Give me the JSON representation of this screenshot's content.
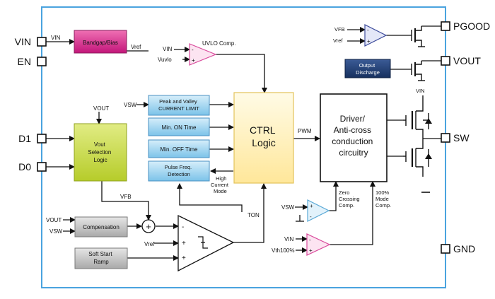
{
  "pins": {
    "vin": "VIN",
    "en": "EN",
    "d1": "D1",
    "d0": "D0",
    "pgood": "PGOOD",
    "vout": "VOUT",
    "sw": "SW",
    "gnd": "GND"
  },
  "blocks": {
    "bandgap": "Bandgap/Bias",
    "peak_valley": [
      "Peak and Valley",
      "CURRENT LIMIT"
    ],
    "min_on": "Min. ON Time",
    "min_off": "Min. OFF Time",
    "pfm_detect": [
      "Pulse Freq.",
      "Detection"
    ],
    "vout_select": [
      "Vout",
      "Selection",
      "Logic"
    ],
    "compensation": "Compensation",
    "soft_start": [
      "Soft Start",
      "Ramp"
    ],
    "ctrl_logic": [
      "CTRL",
      "Logic"
    ],
    "driver": [
      "Driver/",
      "Anti-cross",
      "conduction",
      "circuitry"
    ],
    "output_discharge": [
      "Output",
      "Discharge"
    ]
  },
  "signals": {
    "vin_bandgap": "VIN",
    "vref_bandgap": "Vref",
    "uvlo_vin": "VIN",
    "uvlo_vuvlo": "Vuvlo",
    "uvlo_comp": "UVLO Comp.",
    "vsw_peak": "VSW",
    "vout_top": "VOUT",
    "vfb": "VFB",
    "comp_vout": "VOUT",
    "comp_vsw": "VSW",
    "ea_vref": "Vref",
    "high_current_mode": [
      "High",
      "Current",
      "Mode"
    ],
    "ton": "TON",
    "pwm": "PWM",
    "zc_vsw": "VSW",
    "zero_crossing": [
      "Zero",
      "Crossing",
      "Comp."
    ],
    "vin_100": "VIN",
    "vth100": "Vth100%",
    "mode100": [
      "100%",
      "Mode",
      "Comp."
    ],
    "pg_vfb": "VFB",
    "pg_vref": "Vref",
    "hs_vin": "VIN",
    "sum_plus": "+",
    "plus": "+",
    "minus": "-"
  },
  "colors": {
    "border": "#4aa3df",
    "bandgap_fill": "#d9268d",
    "blue_block_fill": "#9fd3ee",
    "vout_select_fill": "#c8d944",
    "ctrl_fill": "#fff3c2",
    "gray_block_fill": "#c9c9c9",
    "output_discharge_fill": "#1f3a6e",
    "pink_comp": "#e06bb0",
    "blue_comp": "#5aa9d6",
    "indigo_comp": "#3d4c9b"
  }
}
